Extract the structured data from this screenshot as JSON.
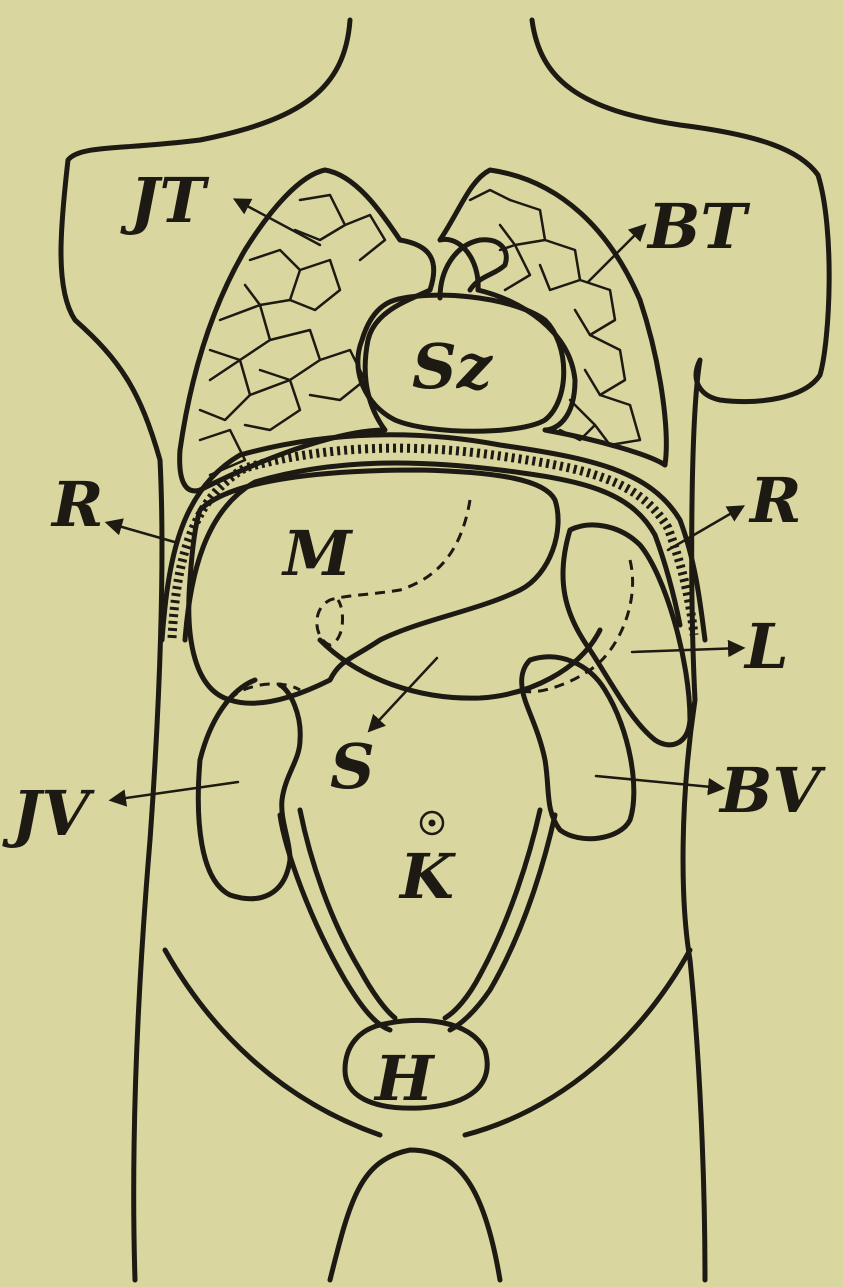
{
  "labels": {
    "jt": "JT",
    "bt": "BT",
    "sz": "Sz",
    "r_left": "R",
    "r_right": "R",
    "m": "M",
    "l": "L",
    "s": "S",
    "jv": "JV",
    "bv": "BV",
    "k": "K",
    "h": "H"
  },
  "colors": {
    "paper": "#d9d6a0",
    "ink": "#1c1a12"
  }
}
